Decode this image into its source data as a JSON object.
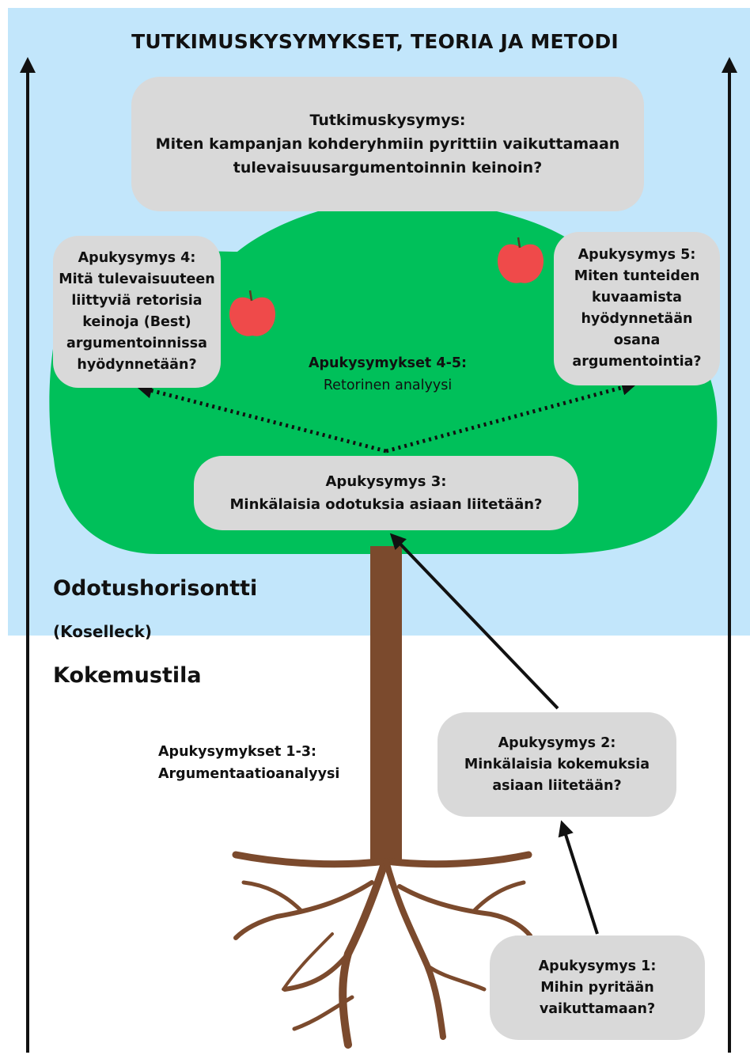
{
  "title": "TUTKIMUSKYSYMYKSET, TEORIA JA METODI",
  "main_question": {
    "heading": "Tutkimuskysymys:",
    "line1": "Miten kampanjan kohderyhmiin pyrittiin vaikuttamaan",
    "line2": "tulevaisuusargumentoinnin keinoin?"
  },
  "q4": {
    "heading": "Apukysymys 4:",
    "lines": [
      "Mitä tulevaisuuteen",
      "liittyviä retorisia",
      "keinoja (Best)",
      "argumentoinnissa",
      "hyödynnetään?"
    ]
  },
  "q5": {
    "heading": "Apukysymys 5:",
    "lines": [
      "Miten tunteiden",
      "kuvaamista",
      "hyödynnetään",
      "osana",
      "argumentointia?"
    ]
  },
  "method_4_5": {
    "line1": "Apukysymykset 4-5:",
    "line2": "Retorinen analyysi"
  },
  "q3": {
    "heading": "Apukysymys 3:",
    "line1": "Minkälaisia odotuksia asiaan liitetään?"
  },
  "horizon_label": "Odotushorisontti",
  "koselleck_label": "(Koselleck)",
  "experience_label": "Kokemustila",
  "method_1_3": {
    "line1": "Apukysymykset 1-3:",
    "line2": "Argumentaatioanalyysi"
  },
  "q2": {
    "heading": "Apukysymys 2:",
    "line1": "Minkälaisia kokemuksia",
    "line2": "asiaan liitetään?"
  },
  "q1": {
    "heading": "Apukysymys 1:",
    "line1": "Mihin pyritään",
    "line2": "vaikuttamaan?"
  },
  "colors": {
    "sky": "#c2e6fb",
    "foliage": "#00c05a",
    "trunk": "#7b4a2d",
    "box": "#d9d9d9",
    "apple": "#ef4a4a",
    "arrow": "#111111"
  }
}
